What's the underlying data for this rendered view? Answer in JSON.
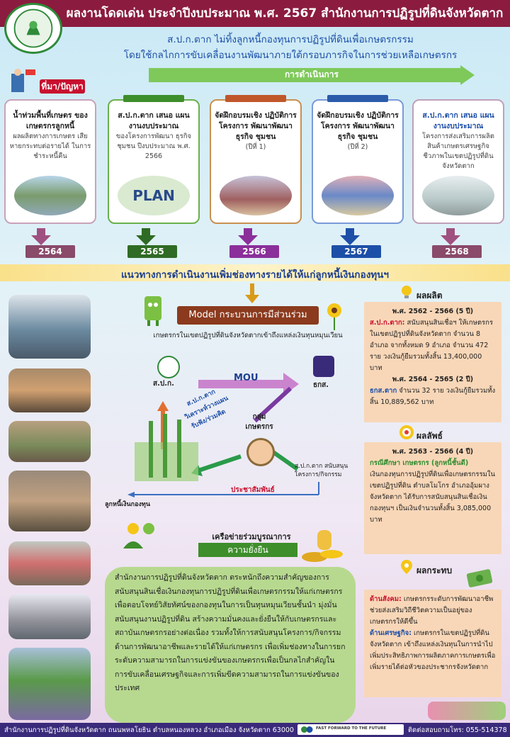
{
  "header": {
    "title": "ผลงานโดดเด่น ประจำปีงบประมาณ พ.ศ. 2567 สำนักงานการปฏิรูปที่ดินจังหวัดตาก"
  },
  "subtitle": {
    "line1": "ส.ป.ก.ตาก ไม่ทิ้งลูกหนี้กองทุนการปฏิรูปที่ดินเพื่อเกษตรกรรม",
    "line2": "โดยใช้กลไกการขับเคลื่อนงานพัฒนาภายใต้กรอบภารกิจในการช่วยเหลือเกษตรกร"
  },
  "process": {
    "label": "การดำเนินการ",
    "problem_label": "ที่มา/ปัญหา"
  },
  "cards": [
    {
      "t1": "น้ำท่วมพื้นที่เกษตร ของเกษตรกรลูกหนี้",
      "t2": "ผลผลิตทางการเกษตร เสียหายกระทบต่อรายได้ ในการชำระหนี้คืน",
      "year": "2564"
    },
    {
      "t1": "ส.ป.ก.ตาก เสนอ แผนงานงบประมาณ",
      "t2": "ของโครงการพัฒนา ธุรกิจชุมชน ปีงบประมาณ พ.ศ. 2566",
      "pic": "PLAN",
      "year": "2565"
    },
    {
      "t1": "จัดฝึกอบรมเชิง ปฏิบัติการโครงการ พัฒนาพัฒนาธุรกิจ ชุมชน",
      "t2": "(ปีที่ 1)",
      "year": "2566"
    },
    {
      "t1": "จัดฝึกอบรมเชิง ปฏิบัติการโครงการ พัฒนาพัฒนาธุรกิจ ชุมชน",
      "t2": "(ปีที่ 2)",
      "year": "2567"
    },
    {
      "t1": "ส.ป.ก.ตาก เสนอ แผนงานงบประมาณ",
      "t2": "โครงการส่งเสริมการผลิต สินค้าเกษตรเศรษฐกิจ ชีวภาพในเขตปฏิรูปที่ดิน จังหวัดตาก",
      "year": "2568"
    }
  ],
  "band": {
    "label": "แนวทางการดำเนินงานเพิ่มช่องทางรายได้ให้แก่ลูกหนี้เงินกองทุนฯ"
  },
  "model": {
    "title": "Model กระบวนการมีส่วนร่วม",
    "subtitle": "เกษตรกรในเขตปฏิรูปที่ดินจังหวัดตากเข้าถึงแหล่งเงินทุนหมุนเวียน"
  },
  "diagram": {
    "mou": "MOU",
    "spk": "ส.ป.ก.",
    "baac": "ธกส.",
    "group": "กลุ่ม เกษตรกร",
    "rot1": "ส.ป.ก.ตาก",
    "rot2": "วิเคราะห์วางแผน",
    "rot3": "รับฟัง/ร่วมคิด",
    "support": "ส.ป.ก.ตาก สนับสนุน โครงการ/กิจกรรม",
    "pr": "ประชาสัมพันธ์",
    "debtor": "ลูกหนี้เงินกองทุน"
  },
  "network": {
    "label": "เครือข่ายร่วมบูรณาการ",
    "sustain": "ความยั่งยืน"
  },
  "bottom_text": "สำนักงานการปฏิรูปที่ดินจังหวัดตาก ตระหนักถึงความสำคัญของการสนับสนุนสินเชื่อเงินกองทุนการปฏิรูปที่ดินเพื่อเกษตรกรรมให้แก่เกษตรกร เพื่อตอบโจทย์วิสัยทัศน์ของกองทุนในการเป็นทุนหมุนเวียนชั้นนำ มุ่งมั่นสนับสนุนงานปฏิรูปที่ดิน สร้างความมั่นคงและยั่งยืนให้กับเกษตรกรและสถาบันเกษตรกรอย่างต่อเนื่อง รวมทั้งให้การสนับสนุนโครงการ/กิจกรรมด้านการพัฒนาอาชีพและรายได้ให้แก่เกษตรกร เพื่อเพิ่มช่องทางในการยกระดับความสามารถในการแข่งขันของเกษตรกรเพื่อเป็นกลไกสำคัญในการขับเคลื่อนเศรษฐกิจและการเพิ่มขีดความสามารถในการแข่งขันของประเทศ",
  "output": {
    "head": "ผลผลิต",
    "p1": "พ.ศ. 2562 - 2566 (5 ปี)",
    "p1_lead": "ส.ป.ก.ตาก:",
    "p1_text": "สนับสนุนสินเชื่อฯ ให้เกษตรกรในเขตปฏิรูปที่ดินจังหวัดตาก จำนวน 8 อำเภอ จากทั้งหมด 9 อำเภอ จำนวน 472 ราย วงเงินกู้ยืมรวมทั้งสิ้น 13,400,000 บาท",
    "p2": "พ.ศ. 2564 - 2565 (2 ปี)",
    "p2_lead": "ธกส.ตาก",
    "p2_text": "จำนวน 32 ราย วงเงินกู้ยืมรวมทั้งสิ้น 10,889,562 บาท"
  },
  "outcome": {
    "head": "ผลลัพธ์",
    "p1": "พ.ศ. 2563 - 2566 (4 ปี)",
    "case": "กรณีศึกษา เกษตรกร (ลูกหนี้ชั้นดี)",
    "text": "เงินกองทุนการปฏิรูปที่ดินเพื่อเกษตรกรรมในเขตปฏิรูปที่ดิน ตำบลโมโกร อำเภออุ้มผาง จังหวัดตาก ได้รับการสนับสนุนสินเชื่อเงินกองทุนฯ เป็นเงินจำนวนทั้งสิ้น 3,085,000 บาท"
  },
  "impact": {
    "head": "ผลกระทบ",
    "s_lead": "ด้านสังคม:",
    "s_text": "เกษตรกรระดับการพัฒนาอาชีพช่วยส่งเสริมวิถีชีวิตความเป็นอยู่ของเกษตรกรให้ดีขึ้น",
    "e_lead": "ด้านเศรษฐกิจ:",
    "e_text": "เกษตรกรในเขตปฏิรูปที่ดินจังหวัดตาก เข้าถึงแหล่งเงินทุนในการนำไปเพิ่มประสิทธิภาพการผลิตภาคการเกษตรเพื่อเพิ่มรายได้ต่อหัวของประชากรจังหวัดตาก"
  },
  "footer": {
    "left": "สำนักงานการปฏิรูปที่ดินจังหวัดตาก ถนนพหลโยธิน ตำบลหนองหลวง อำเภอเมือง จังหวัดตาก 63000",
    "middle": "FAST FORWARD TO THE FUTURE",
    "right": "ติดต่อสอบถามโทร: 055-514378"
  },
  "colors": {
    "header": "#8b1c3f",
    "accent_green": "#3e8e2b",
    "year_2564": "#8a4a6a",
    "year_2565": "#2f6b25",
    "year_2566": "#8b2f9a",
    "year_2567": "#1d4fa8",
    "year_2568": "#8a4a6a"
  }
}
